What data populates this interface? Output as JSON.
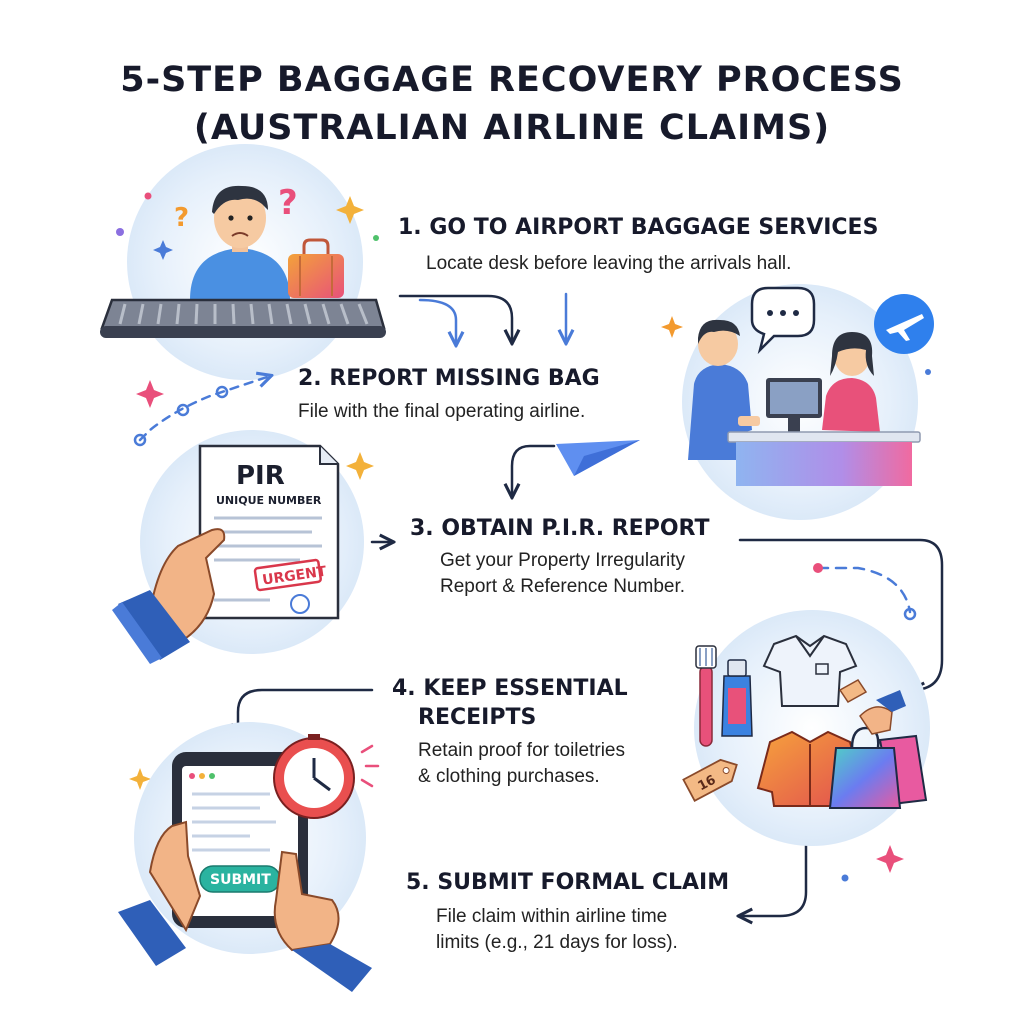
{
  "title": {
    "line1": "5-STEP BAGGAGE RECOVERY PROCESS",
    "line2": "(AUSTRALIAN AIRLINE CLAIMS)"
  },
  "steps": [
    {
      "heading": "1. GO TO AIRPORT BAGGAGE SERVICES",
      "desc": [
        "Locate desk before leaving the arrivals hall."
      ]
    },
    {
      "heading": "2. REPORT MISSING BAG",
      "desc": [
        "File with the final operating airline."
      ]
    },
    {
      "heading": "3. OBTAIN P.I.R. REPORT",
      "desc": [
        "Get your Property Irregularity",
        "Report & Reference Number."
      ]
    },
    {
      "heading_lines": [
        "4. KEEP ESSENTIAL",
        "RECEIPTS"
      ],
      "desc": [
        "Retain proof for toiletries",
        "& clothing purchases."
      ]
    },
    {
      "heading": "5. SUBMIT FORMAL CLAIM",
      "desc": [
        "File claim within airline time",
        "limits (e.g., 21 days for loss)."
      ]
    }
  ],
  "illustrations": {
    "pir_doc": {
      "title": "PIR",
      "subtitle": "UNIQUE NUMBER",
      "stamp": "URGENT"
    },
    "tablet": {
      "button": "SUBMIT"
    },
    "price_tag": "16"
  },
  "colors": {
    "heading": "#171a2b",
    "arrow_dark": "#1f2a44",
    "arrow_blue": "#4a7bd8",
    "accent_blue": "#2f80ed",
    "accent_pink": "#e94f7b",
    "accent_orange": "#f39a2e",
    "soft_circle": "#e8f1fb"
  }
}
